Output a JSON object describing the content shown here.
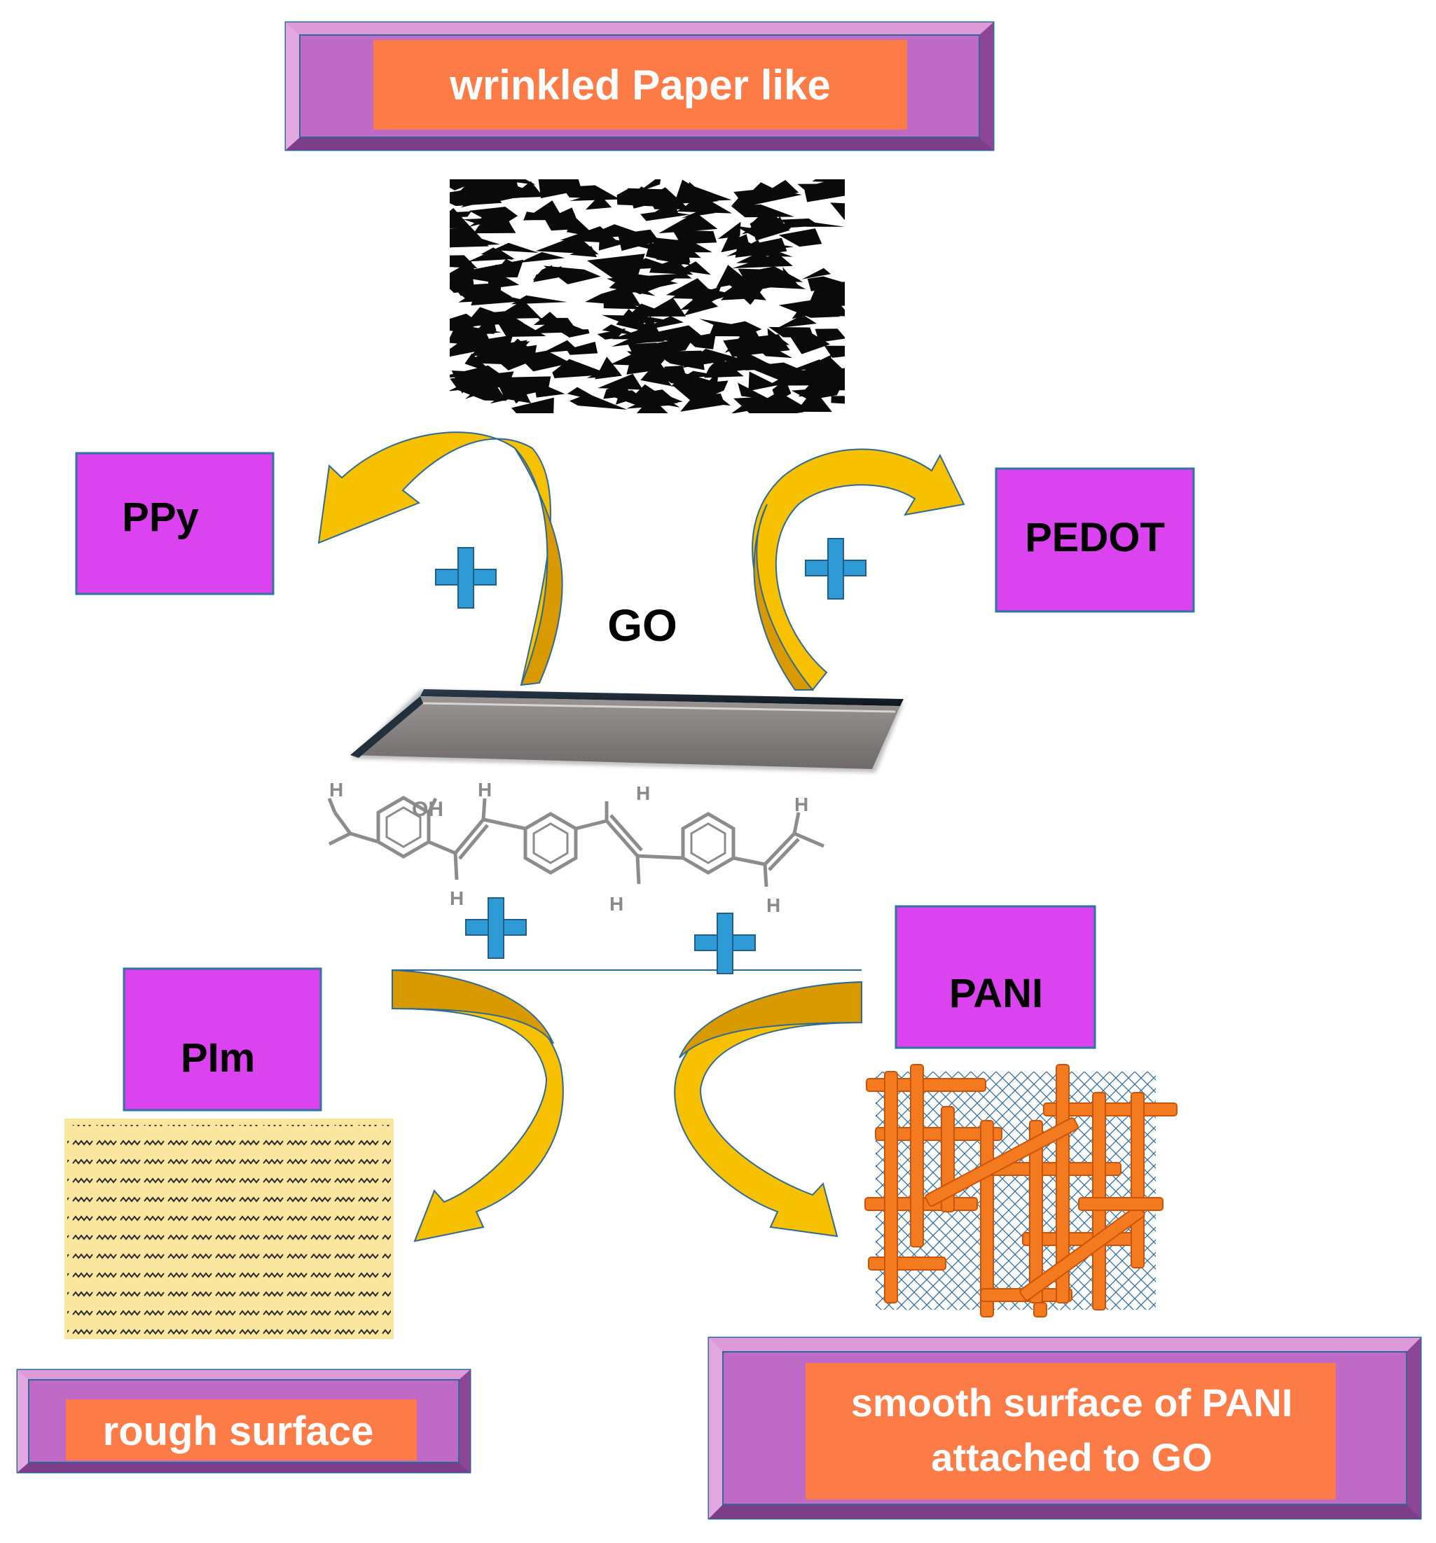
{
  "banners": {
    "top": "wrinkled Paper like",
    "bottom_left": "rough surface",
    "bottom_right_line1": "smooth surface of PANI",
    "bottom_right_line2": "attached to GO"
  },
  "boxes": {
    "ppy": "PPy",
    "pedot": "PEDOT",
    "pim": "PIm",
    "pani": "PANI"
  },
  "center_label": "GO",
  "structure_labels": {
    "h": "H",
    "oh": "OH"
  },
  "icons": {
    "plus": "plus-icon",
    "arrow": "curved-arrow-icon"
  },
  "colors": {
    "banner_frame": "#c06ac8",
    "banner_border": "#2f6a96",
    "banner_inner": "#fd7b47",
    "box_fill": "#dc43f0",
    "box_border": "#2f75a0",
    "arrow_gold": "#f7c100",
    "arrow_dark": "#d99a00",
    "plus_blue": "#2e9bd6",
    "rod_orange": "#f47a20",
    "rough_bg": "#fbe6a0"
  }
}
